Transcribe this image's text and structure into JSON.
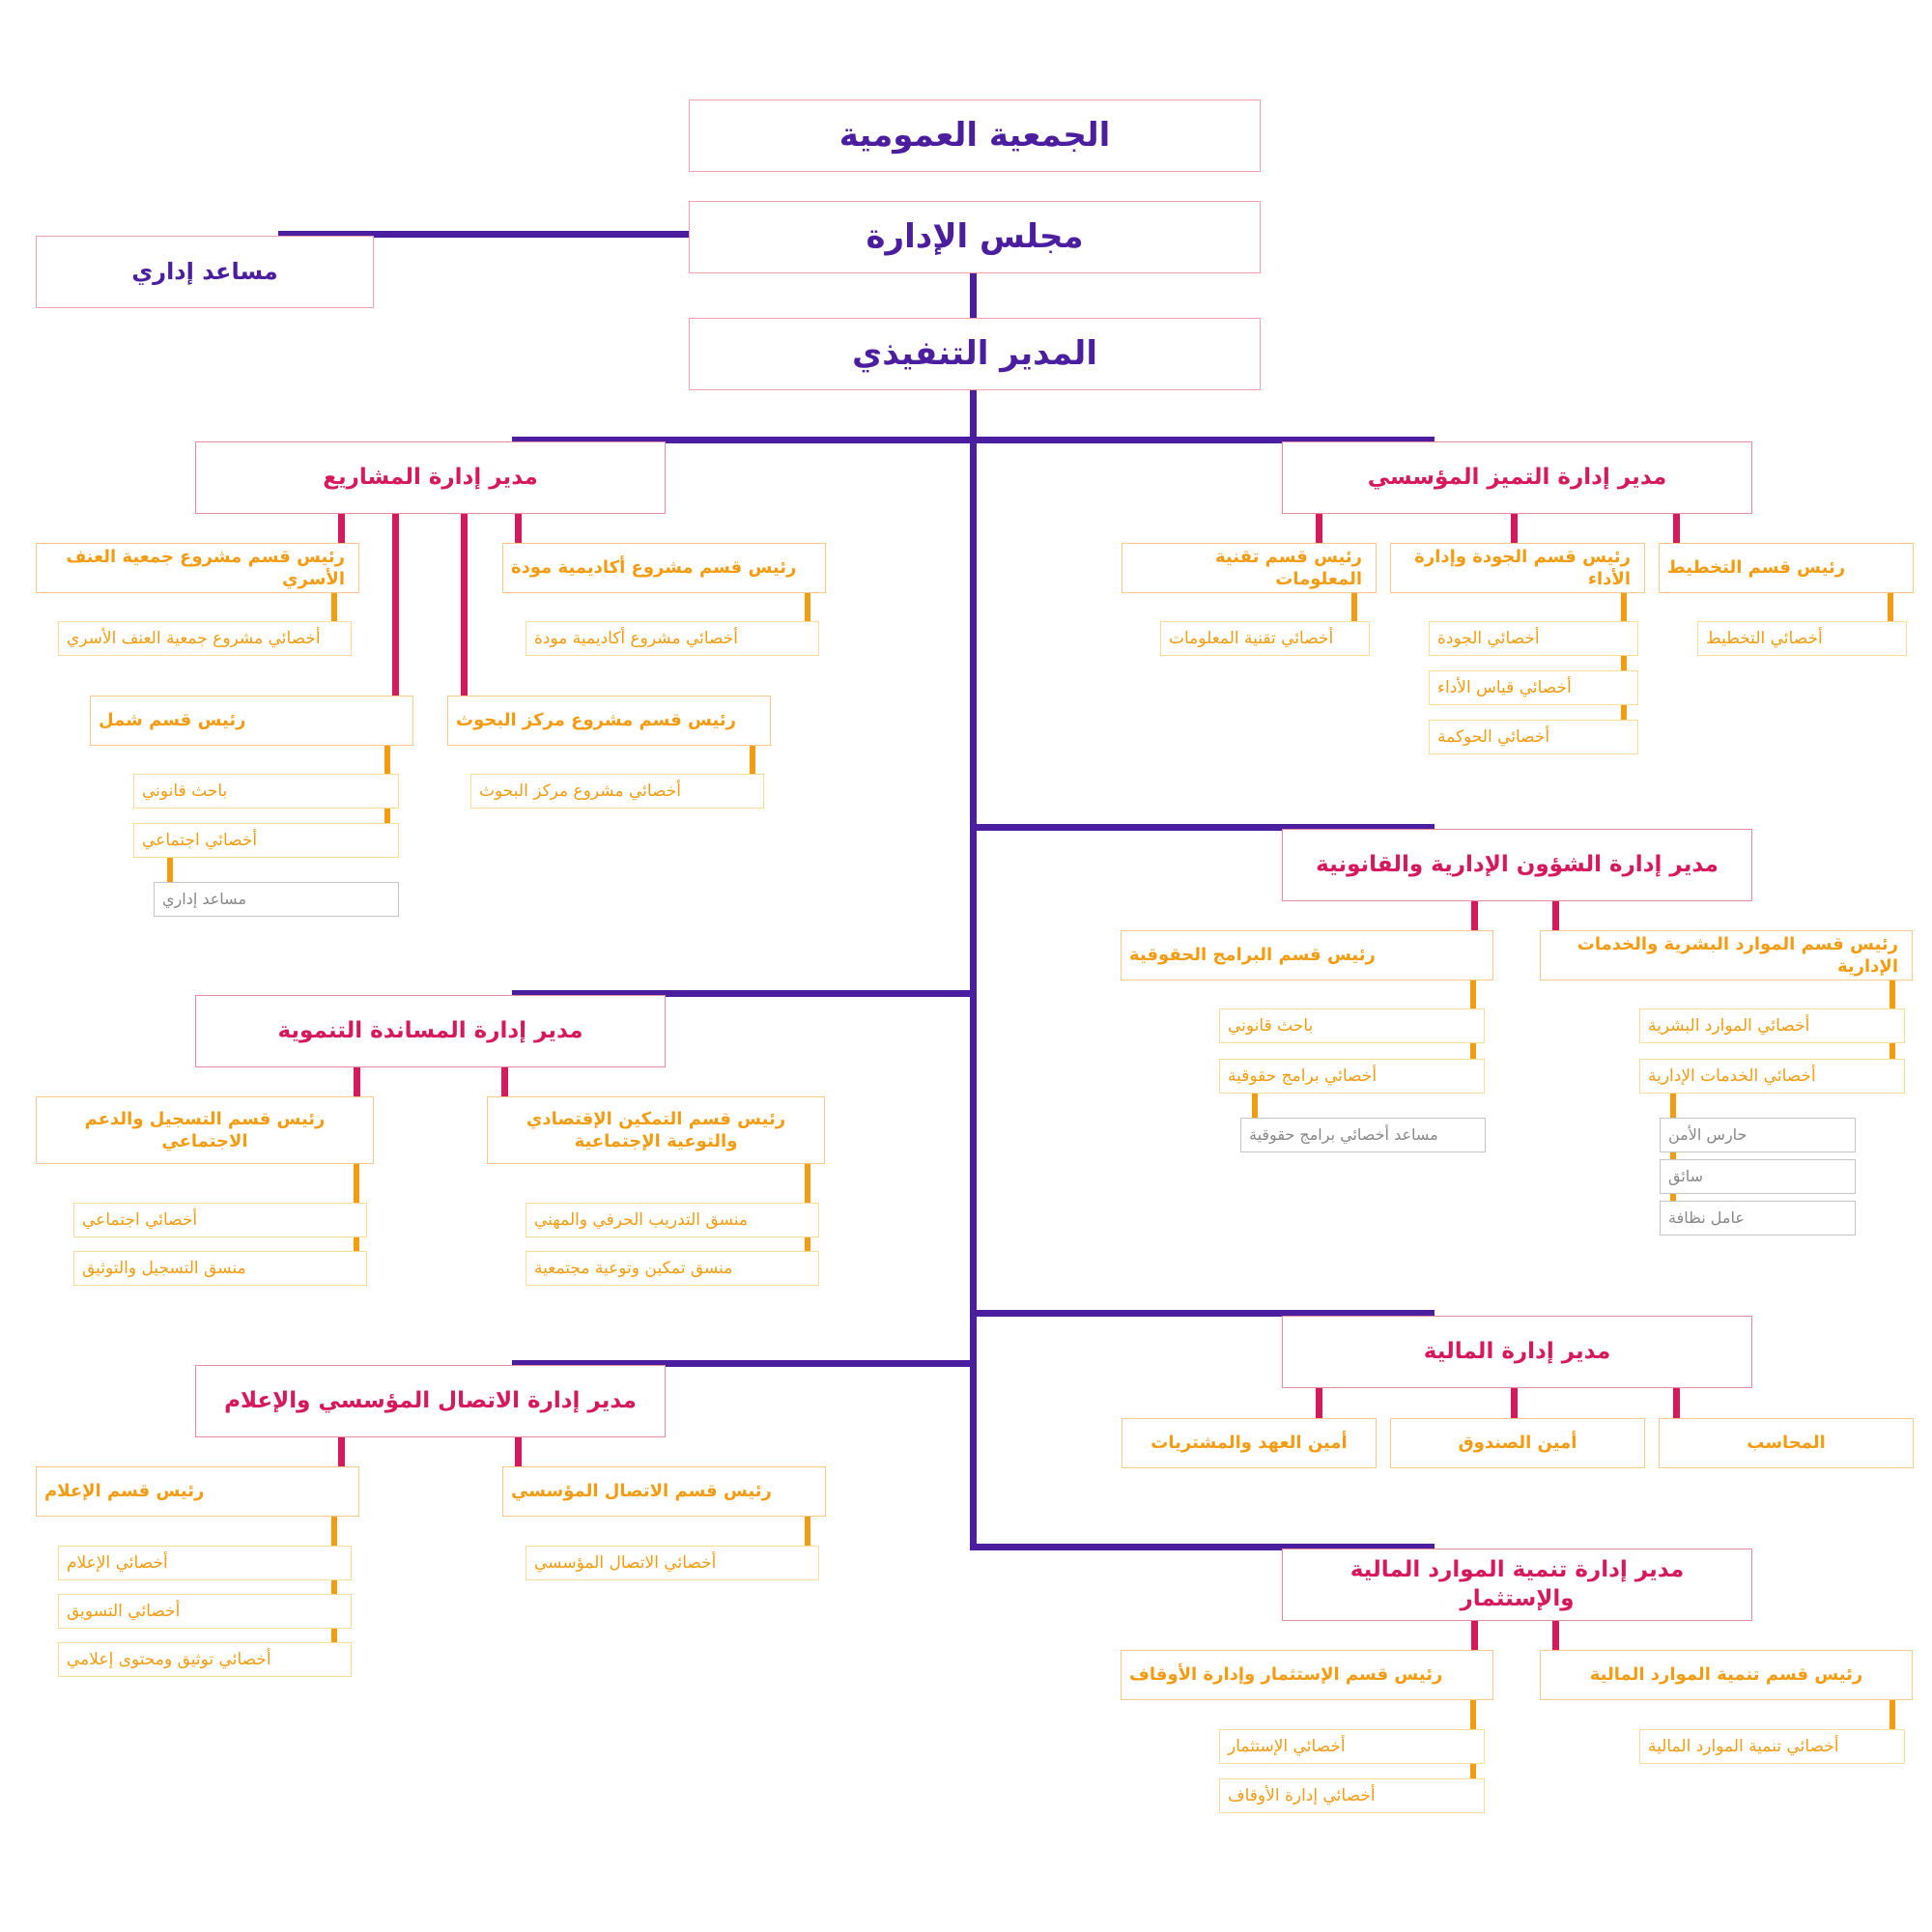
{
  "colors": {
    "primary": "#4a1e9e",
    "accent": "#d6185c",
    "secondary": "#f39c12",
    "muted": "#888888"
  },
  "top": {
    "general_assembly": "الجمعية العمومية",
    "board": "مجلس الإدارة",
    "admin_assistant": "مساعد إداري",
    "executive_director": "المدير التنفيذي"
  },
  "projects": {
    "manager": "مدير إدارة المشاريع",
    "family_violence_head": "رئيس قسم مشروع جمعية العنف الأسري",
    "family_violence_specialist": "أخصائي مشروع جمعية العنف الأسري",
    "mawadda_head": "رئيس قسم مشروع أكاديمية مودة",
    "mawadda_specialist": "أخصائي مشروع أكاديمية مودة",
    "shamel_head": "رئيس قسم شمل",
    "legal_researcher": "باحث قانوني",
    "social_specialist": "أخصائي اجتماعي",
    "admin_assistant": "مساعد إداري",
    "research_center_head": "رئيس قسم مشروع مركز البحوث",
    "research_center_specialist": "أخصائي مشروع مركز البحوث"
  },
  "excellence": {
    "manager": "مدير إدارة التميز المؤسسي",
    "it_head": "رئيس قسم تقنية المعلومات",
    "it_specialist": "أخصائي تقنية المعلومات",
    "quality_head": "رئيس قسم الجودة وإدارة الأداء",
    "quality_specialist": "أخصائي الجودة",
    "performance_specialist": "أخصائي قياس الأداء",
    "governance_specialist": "أخصائي الحوكمة",
    "planning_head": "رئيس قسم التخطيط",
    "planning_specialist": "أخصائي التخطيط"
  },
  "legal": {
    "manager": "مدير إدارة الشؤون الإدارية والقانونية",
    "rights_head": "رئيس قسم البرامج الحقوقية",
    "legal_researcher": "باحث قانوني",
    "rights_specialist": "أخصائي برامج حقوقية",
    "rights_assistant": "مساعد أخصائي برامج حقوقية",
    "hr_head": "رئيس قسم الموارد البشرية والخدمات الإدارية",
    "hr_specialist": "أخصائي الموارد البشرية",
    "admin_services_specialist": "أخصائي الخدمات الإدارية",
    "security_guard": "حارس الأمن",
    "driver": "سائق",
    "cleaner": "عامل نظافة"
  },
  "development": {
    "manager": "مدير إدارة المساندة التنموية",
    "registration_head": "رئيس قسم التسجيل والدعم الاجتماعي",
    "social_specialist": "أخصائي اجتماعي",
    "registration_coordinator": "منسق التسجيل والتوثيق",
    "empowerment_head": "رئيس قسم التمكين الإقتصادي والتوعية الإجتماعية",
    "vocational_coordinator": "منسق التدريب الحرفي والمهني",
    "community_coordinator": "منسق تمكين وتوعية مجتمعية"
  },
  "finance": {
    "manager": "مدير إدارة المالية",
    "custody_officer": "أمين العهد والمشتريات",
    "treasurer": "أمين الصندوق",
    "accountant": "المحاسب"
  },
  "communication": {
    "manager": "مدير إدارة الاتصال المؤسسي والإعلام",
    "media_head": "رئيس قسم الإعلام",
    "media_specialist": "أخصائي الإعلام",
    "marketing_specialist": "أخصائي التسويق",
    "documentation_specialist": "أخصائي توثيق ومحتوى إعلامي",
    "comm_head": "رئيس قسم الاتصال المؤسسي",
    "comm_specialist": "أخصائي الاتصال المؤسسي"
  },
  "investment": {
    "manager": "مدير إدارة تنمية الموارد المالية والإستثمار",
    "investment_head": "رئيس قسم الإستثمار وإدارة الأوقاف",
    "investment_specialist": "أخصائي الإستثمار",
    "endowment_specialist": "أخصائي إدارة الأوقاف",
    "resources_head": "رئيس قسم تنمية الموارد المالية",
    "resources_specialist": "أخصائي تنمية الموارد المالية"
  }
}
